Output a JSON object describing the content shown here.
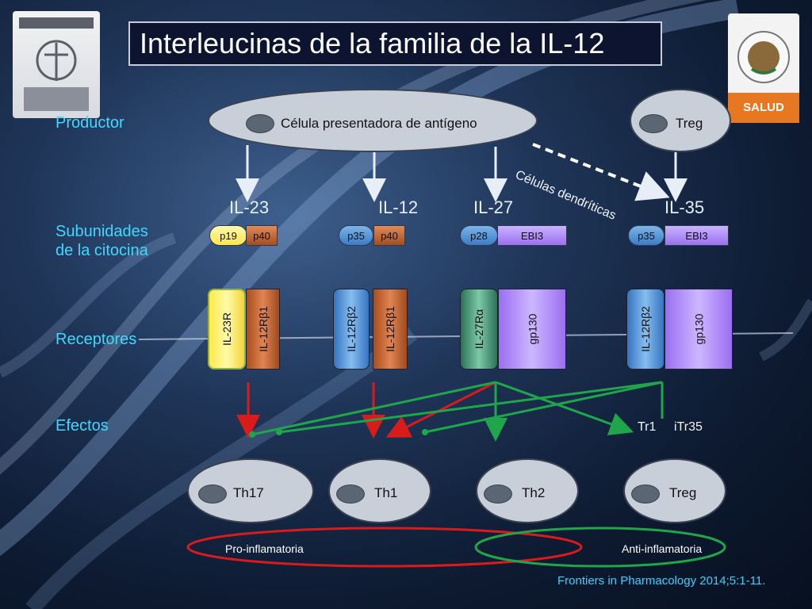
{
  "title": "Interleucinas de la familia de la IL-12",
  "rows": {
    "producer": "Productor",
    "subunits_line1": "Subunidades",
    "subunits_line2": "de la citocina",
    "receptors": "Receptores",
    "effects": "Efectos"
  },
  "producers": {
    "apc": "Célula presentadora de antígeno",
    "treg": "Treg",
    "dendritic": "Células dendríticas"
  },
  "cytokines": [
    {
      "name": "IL-23",
      "subunits": [
        "p19",
        "p40"
      ],
      "receptors": [
        "IL-23R",
        "IL-12Rβ1"
      ]
    },
    {
      "name": "IL-12",
      "subunits": [
        "p35",
        "p40"
      ],
      "receptors": [
        "IL-12Rβ2",
        "IL-12Rβ1"
      ]
    },
    {
      "name": "IL-27",
      "subunits": [
        "p28",
        "EBI3"
      ],
      "receptors": [
        "IL-27Rα",
        "gp130"
      ]
    },
    {
      "name": "IL-35",
      "subunits": [
        "p35",
        "EBI3"
      ],
      "receptors": [
        "IL-12Rβ2",
        "gp130"
      ]
    }
  ],
  "effect_labels": {
    "tr1": "Tr1",
    "itr35": "iTr35"
  },
  "cells": [
    "Th17",
    "Th1",
    "Th2",
    "Treg"
  ],
  "legend": {
    "pro": "Pro-inflamatoria",
    "anti": "Anti-inflamatoria"
  },
  "reference": "Frontiers in Pharmacology 2014;5:1-11.",
  "colors": {
    "row_label": "#40d8ff",
    "inhibit": "#d81b1b",
    "promote": "#1fa64a",
    "title_bg": "#0c1430"
  }
}
